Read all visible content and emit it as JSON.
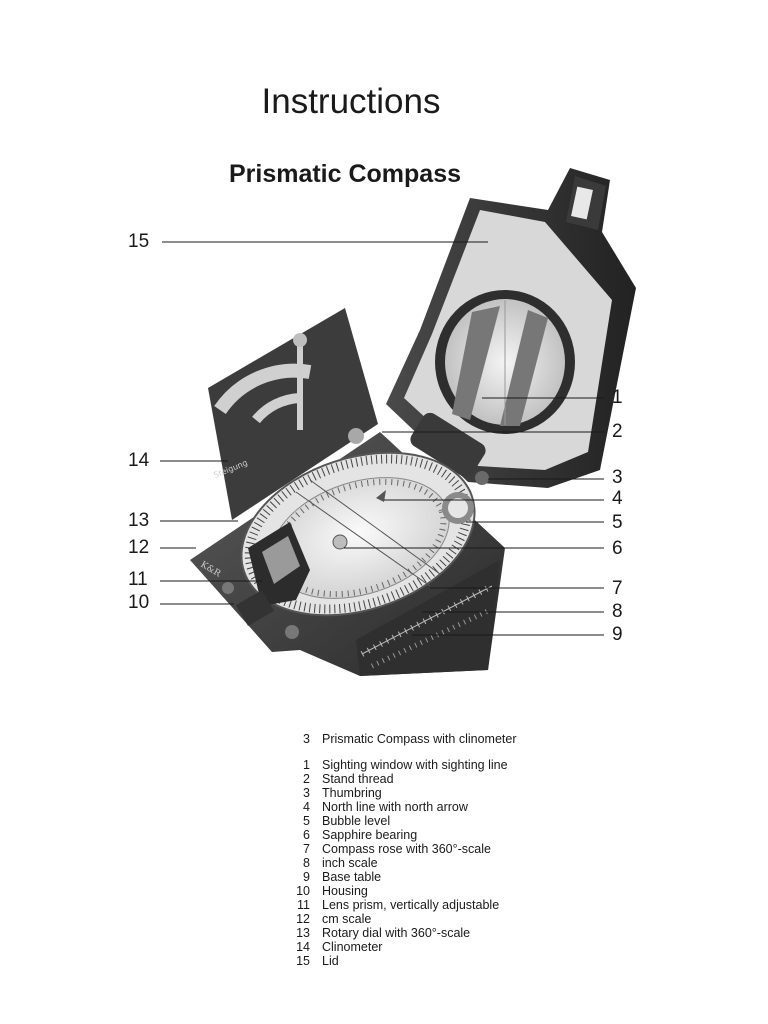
{
  "header": {
    "title": "Instructions",
    "subtitle": "Prismatic Compass"
  },
  "figure": {
    "callouts_left": [
      "15",
      "14",
      "13",
      "12",
      "11",
      "10"
    ],
    "callouts_right": [
      "1",
      "2",
      "3",
      "4",
      "5",
      "6",
      "7",
      "8",
      "9"
    ],
    "lid_mark": "K&R",
    "clinometer_label": "Steigung"
  },
  "legend": {
    "caption": {
      "num": "3",
      "text": "Prismatic Compass with clinometer"
    },
    "items": [
      {
        "num": "1",
        "text": "Sighting window with sighting line"
      },
      {
        "num": "2",
        "text": "Stand thread"
      },
      {
        "num": "3",
        "text": "Thumbring"
      },
      {
        "num": "4",
        "text": "North line with north arrow"
      },
      {
        "num": "5",
        "text": "Bubble level"
      },
      {
        "num": "6",
        "text": "Sapphire bearing"
      },
      {
        "num": "7",
        "text": "Compass rose with 360°-scale"
      },
      {
        "num": "8",
        "text": "inch scale"
      },
      {
        "num": "9",
        "text": "Base table"
      },
      {
        "num": "10",
        "text": "Housing"
      },
      {
        "num": "11",
        "text": "Lens prism, vertically adjustable"
      },
      {
        "num": "12",
        "text": "cm scale"
      },
      {
        "num": "13",
        "text": "Rotary dial with 360°-scale"
      },
      {
        "num": "14",
        "text": "Clinometer"
      },
      {
        "num": "15",
        "text": "Lid"
      }
    ]
  }
}
